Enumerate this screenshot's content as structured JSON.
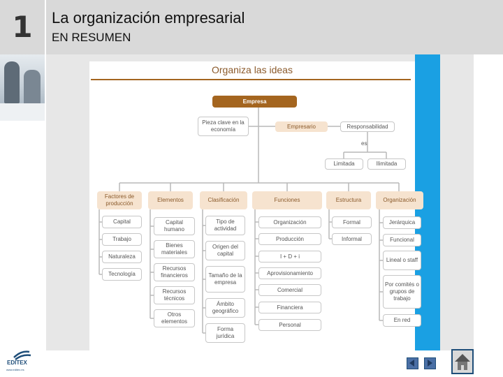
{
  "header": {
    "number": "1",
    "title": "La organización empresarial",
    "subtitle": "EN RESUMEN"
  },
  "diagram": {
    "title": "Organiza las ideas",
    "empresa": "Empresa",
    "pieza": "Pieza clave en la economía",
    "empresario": "Empresario",
    "responsabilidad": "Responsabilidad",
    "es": "es",
    "limitada": "Limitada",
    "ilimitada": "Ilimitada",
    "factores": {
      "header": "Factores de producción",
      "items": [
        "Capital",
        "Trabajo",
        "Naturaleza",
        "Tecnología"
      ]
    },
    "elementos": {
      "header": "Elementos",
      "items": [
        "Capital humano",
        "Bienes materiales",
        "Recursos financieros",
        "Recursos técnicos",
        "Otros elementos"
      ]
    },
    "clasificacion": {
      "header": "Clasificación",
      "items": [
        "Tipo de actividad",
        "Origen del capital",
        "Tamaño de la empresa",
        "Ámbito geográfico",
        "Forma jurídica"
      ]
    },
    "funciones": {
      "header": "Funciones",
      "items": [
        "Organización",
        "Producción",
        "I + D + i",
        "Aprovisionamiento",
        "Comercial",
        "Financiera",
        "Personal"
      ]
    },
    "estructura": {
      "header": "Estructura",
      "items": [
        "Formal",
        "Informal"
      ]
    },
    "organizacion": {
      "header": "Organización",
      "items": [
        "Jerárquica",
        "Funcional",
        "Lineal o staff",
        "Por comités o grupos de trabajo",
        "En red"
      ]
    }
  },
  "logo": {
    "name": "EDITEX",
    "url": "www.editex.es"
  },
  "colors": {
    "accent": "#a4651f",
    "header_fill": "#f6e3cf",
    "side_bar": "#1aa0e3",
    "header_band": "#d9d9d9"
  }
}
